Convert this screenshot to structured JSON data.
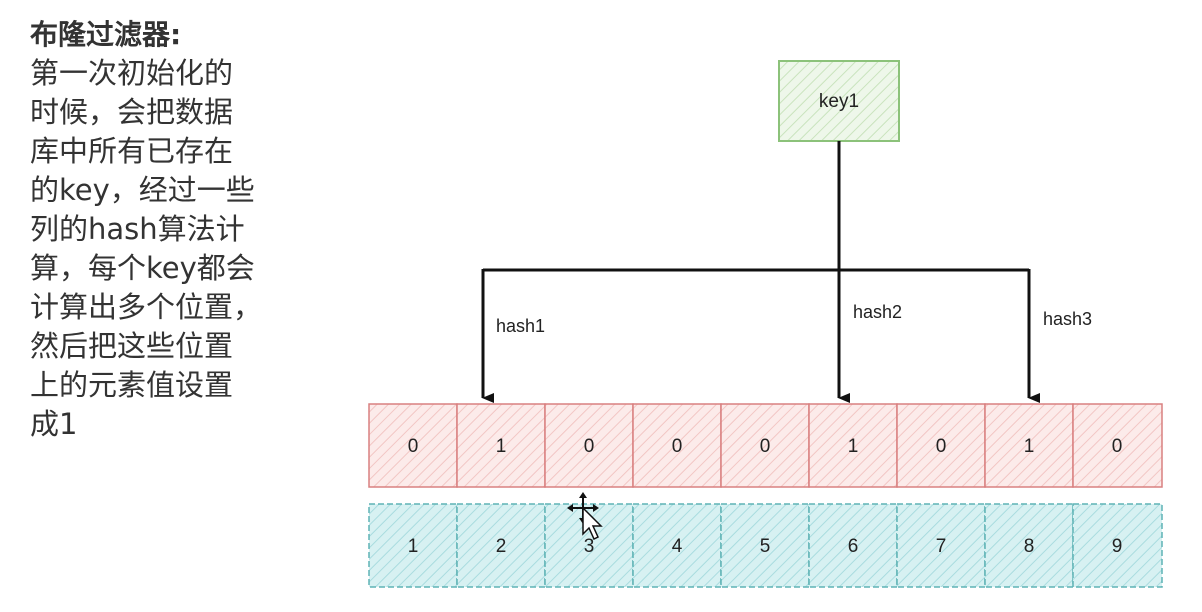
{
  "description": {
    "title": "布隆过滤器:",
    "lines": [
      "第一次初始化的",
      "时候，会把数据",
      "库中所有已存在",
      "的key，经过一些",
      "列的hash算法计",
      "算，每个key都会",
      "计算出多个位置，",
      "然后把这些位置",
      "上的元素值设置",
      "成1"
    ]
  },
  "diagram": {
    "key_label": "key1",
    "hash_labels": [
      "hash1",
      "hash2",
      "hash3"
    ],
    "bit_values": [
      "0",
      "1",
      "0",
      "0",
      "0",
      "1",
      "0",
      "1",
      "0"
    ],
    "index_values": [
      "1",
      "2",
      "3",
      "4",
      "5",
      "6",
      "7",
      "8",
      "9"
    ],
    "colors": {
      "key_fill": "#e6f2e0",
      "key_border": "#8cc27a",
      "bit_fill": "#fbe2e1",
      "bit_border": "#d98080",
      "index_fill": "#cfeef0",
      "index_border": "#5fb3b5",
      "arrow": "#111111"
    }
  }
}
